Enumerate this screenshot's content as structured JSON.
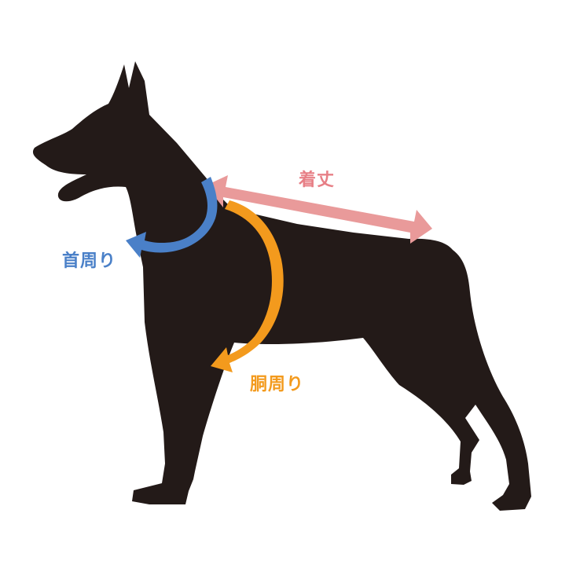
{
  "diagram": {
    "measurements": [
      {
        "id": "length",
        "label": "着丈",
        "color": "#E99A9A"
      },
      {
        "id": "neck",
        "label": "首周り",
        "color": "#4A80C8"
      },
      {
        "id": "chest",
        "label": "胴周り",
        "color": "#F39A1D"
      }
    ],
    "silhouette_color": "#231A18"
  }
}
